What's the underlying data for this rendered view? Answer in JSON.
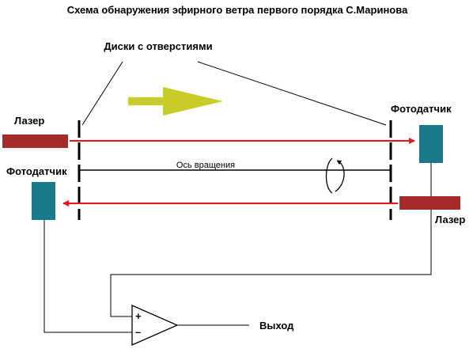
{
  "title": "Схема обнаружения эфирного ветра первого порядка С.Маринова",
  "labels": {
    "disks": "Диски с отверстиями",
    "laser_left": "Лазер",
    "photodetector_right": "Фотодатчик",
    "photodetector_left": "Фотодатчик",
    "laser_right": "Лазер",
    "axis": "Ось вращения",
    "output": "Выход",
    "op_plus": "+",
    "op_minus": "–"
  },
  "colors": {
    "laser_body": "#a52a2a",
    "photodetector_body": "#1a7a8a",
    "beam": "#e8141a",
    "wind_arrow": "#c8cc2a",
    "line": "#000000"
  },
  "icons": {
    "wind_direction": "right-arrow-icon",
    "rotation": "rotation-arrow-icon"
  }
}
